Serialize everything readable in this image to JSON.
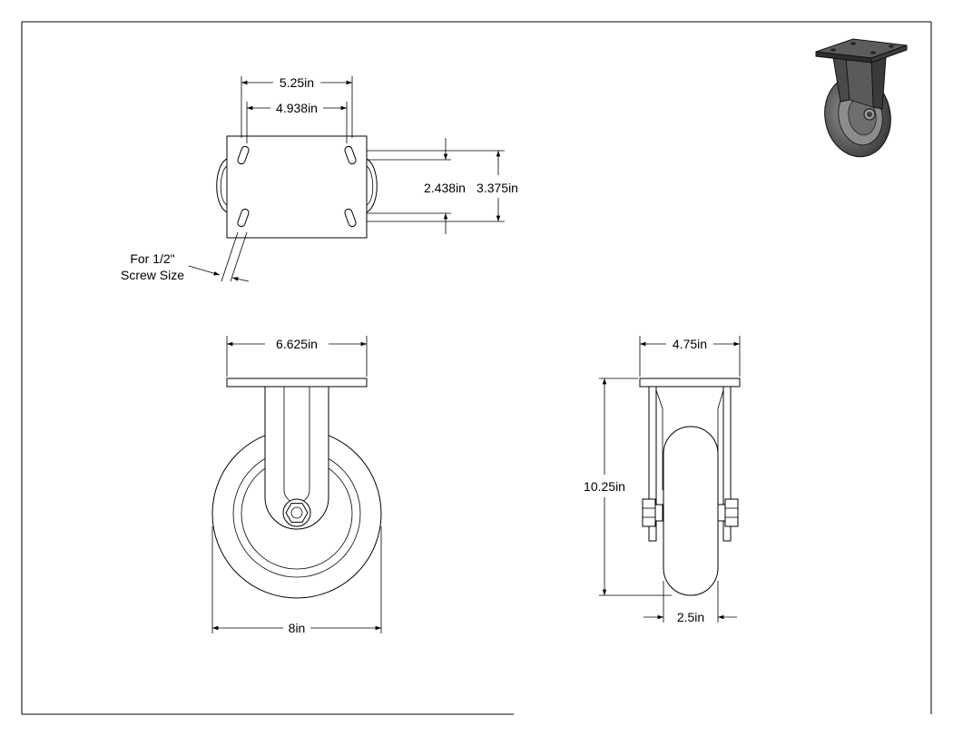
{
  "dimensions": {
    "top_outer_width": "5.25in",
    "top_inner_width": "4.938in",
    "top_inner_height": "2.438in",
    "top_outer_height": "3.375in",
    "front_plate_width": "6.625in",
    "front_wheel_diameter": "8in",
    "side_plate_width": "4.75in",
    "side_overall_height": "10.25in",
    "side_wheel_width": "2.5in"
  },
  "notes": {
    "screw_line1": "For 1/2\"",
    "screw_line2": "Screw Size"
  }
}
